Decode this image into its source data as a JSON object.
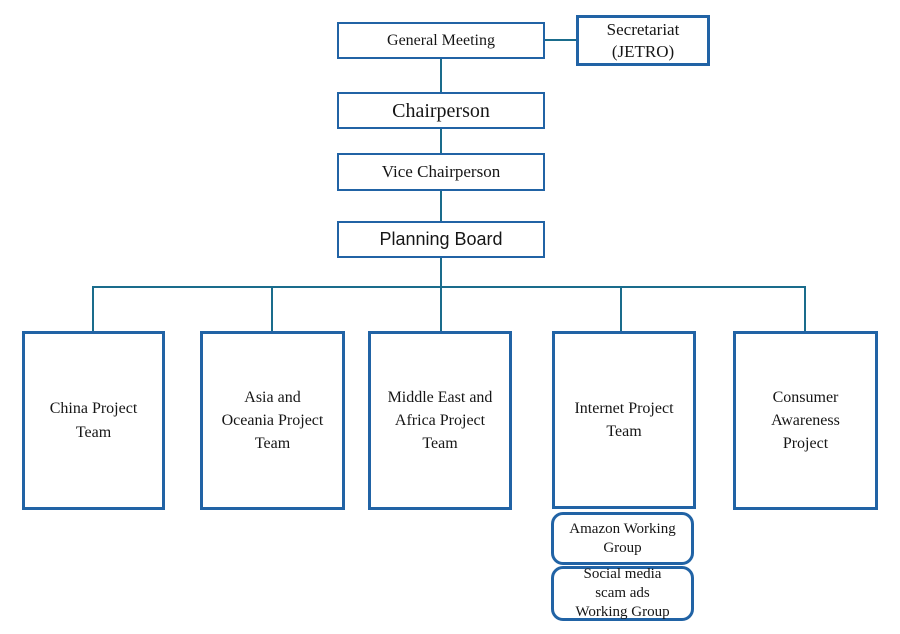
{
  "diagram_title": "Organizational chart",
  "palette": {
    "background": "#ffffff",
    "box_border": "#2163a5",
    "connector": "#1a6c8c",
    "text": "#161616"
  },
  "nodes": {
    "general_meeting": {
      "label": "General Meeting"
    },
    "secretariat": {
      "label": "Secretariat\n(JETRO)"
    },
    "chairperson": {
      "label": "Chairperson"
    },
    "vice_chairperson": {
      "label": "Vice Chairperson"
    },
    "planning_board": {
      "label": "Planning Board"
    },
    "china_project_team": {
      "label": "China Project\nTeam"
    },
    "asia_oceania_project_team": {
      "label": "Asia and\nOceania Project\nTeam"
    },
    "middle_east_africa_project_team": {
      "label": "Middle East and\nAfrica Project\nTeam"
    },
    "internet_project_team": {
      "label": "Internet Project\nTeam"
    },
    "consumer_awareness_project": {
      "label": "Consumer\nAwareness\nProject"
    },
    "amazon_working_group": {
      "label": "Amazon Working\nGroup"
    },
    "social_media_working_group": {
      "label": "Social media\nscam ads\nWorking Group"
    }
  },
  "edges": [
    {
      "from": "general_meeting",
      "to": "secretariat"
    },
    {
      "from": "general_meeting",
      "to": "chairperson"
    },
    {
      "from": "chairperson",
      "to": "vice_chairperson"
    },
    {
      "from": "vice_chairperson",
      "to": "planning_board"
    },
    {
      "from": "planning_board",
      "to": "china_project_team"
    },
    {
      "from": "planning_board",
      "to": "asia_oceania_project_team"
    },
    {
      "from": "planning_board",
      "to": "middle_east_africa_project_team"
    },
    {
      "from": "planning_board",
      "to": "internet_project_team"
    },
    {
      "from": "planning_board",
      "to": "consumer_awareness_project"
    },
    {
      "from": "internet_project_team",
      "to": "amazon_working_group"
    },
    {
      "from": "internet_project_team",
      "to": "social_media_working_group"
    }
  ]
}
